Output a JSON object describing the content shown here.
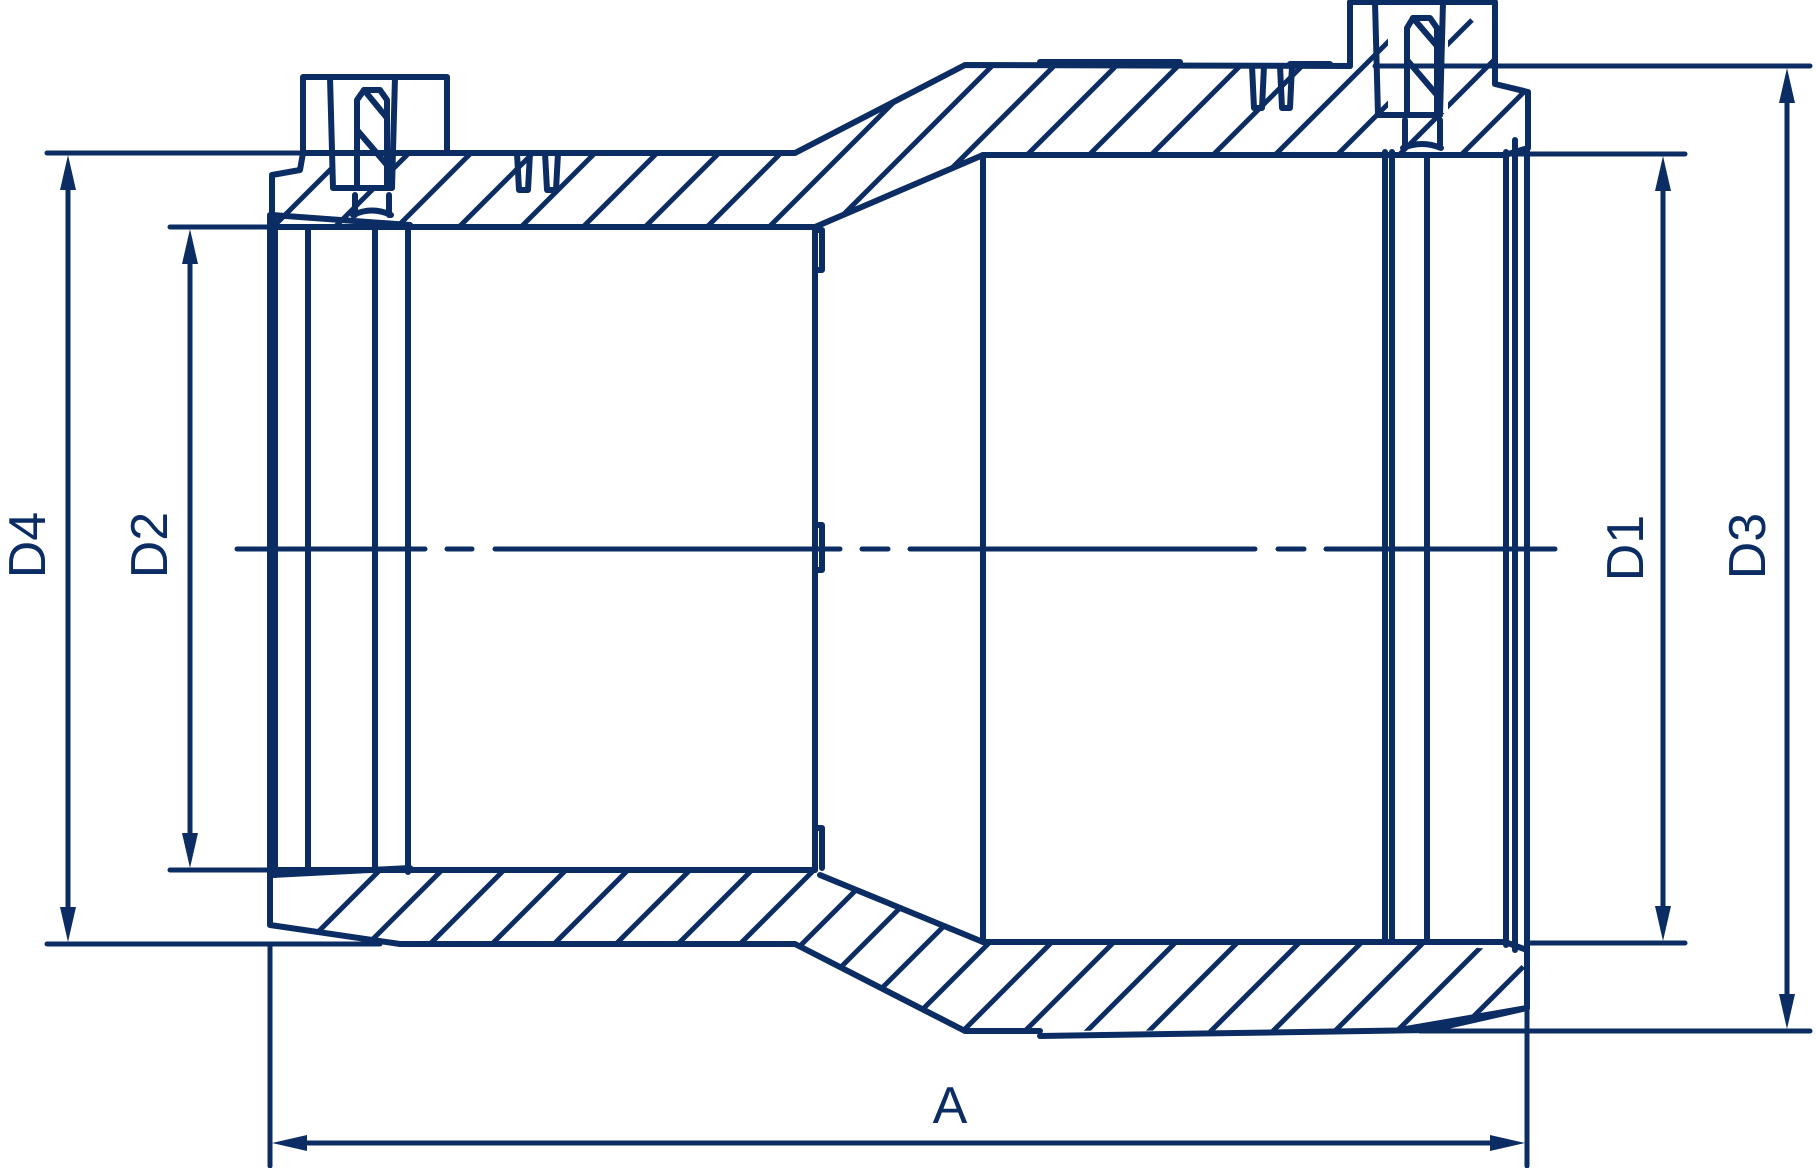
{
  "drawing": {
    "title": "Reducer coupling cross-section",
    "ink_color": "#0c2d63",
    "background": "#ffffff"
  },
  "dimensions": {
    "D4": {
      "label": "D4",
      "orientation": "vertical",
      "side": "left-outer"
    },
    "D2": {
      "label": "D2",
      "orientation": "vertical",
      "side": "left-inner"
    },
    "D1": {
      "label": "D1",
      "orientation": "vertical",
      "side": "right-inner"
    },
    "D3": {
      "label": "D3",
      "orientation": "vertical",
      "side": "right-outer"
    },
    "A": {
      "label": "A",
      "orientation": "horizontal",
      "side": "bottom"
    }
  },
  "icons": {
    "arrowhead": "arrow-icon",
    "centerline": "centerline-dash-dot"
  }
}
